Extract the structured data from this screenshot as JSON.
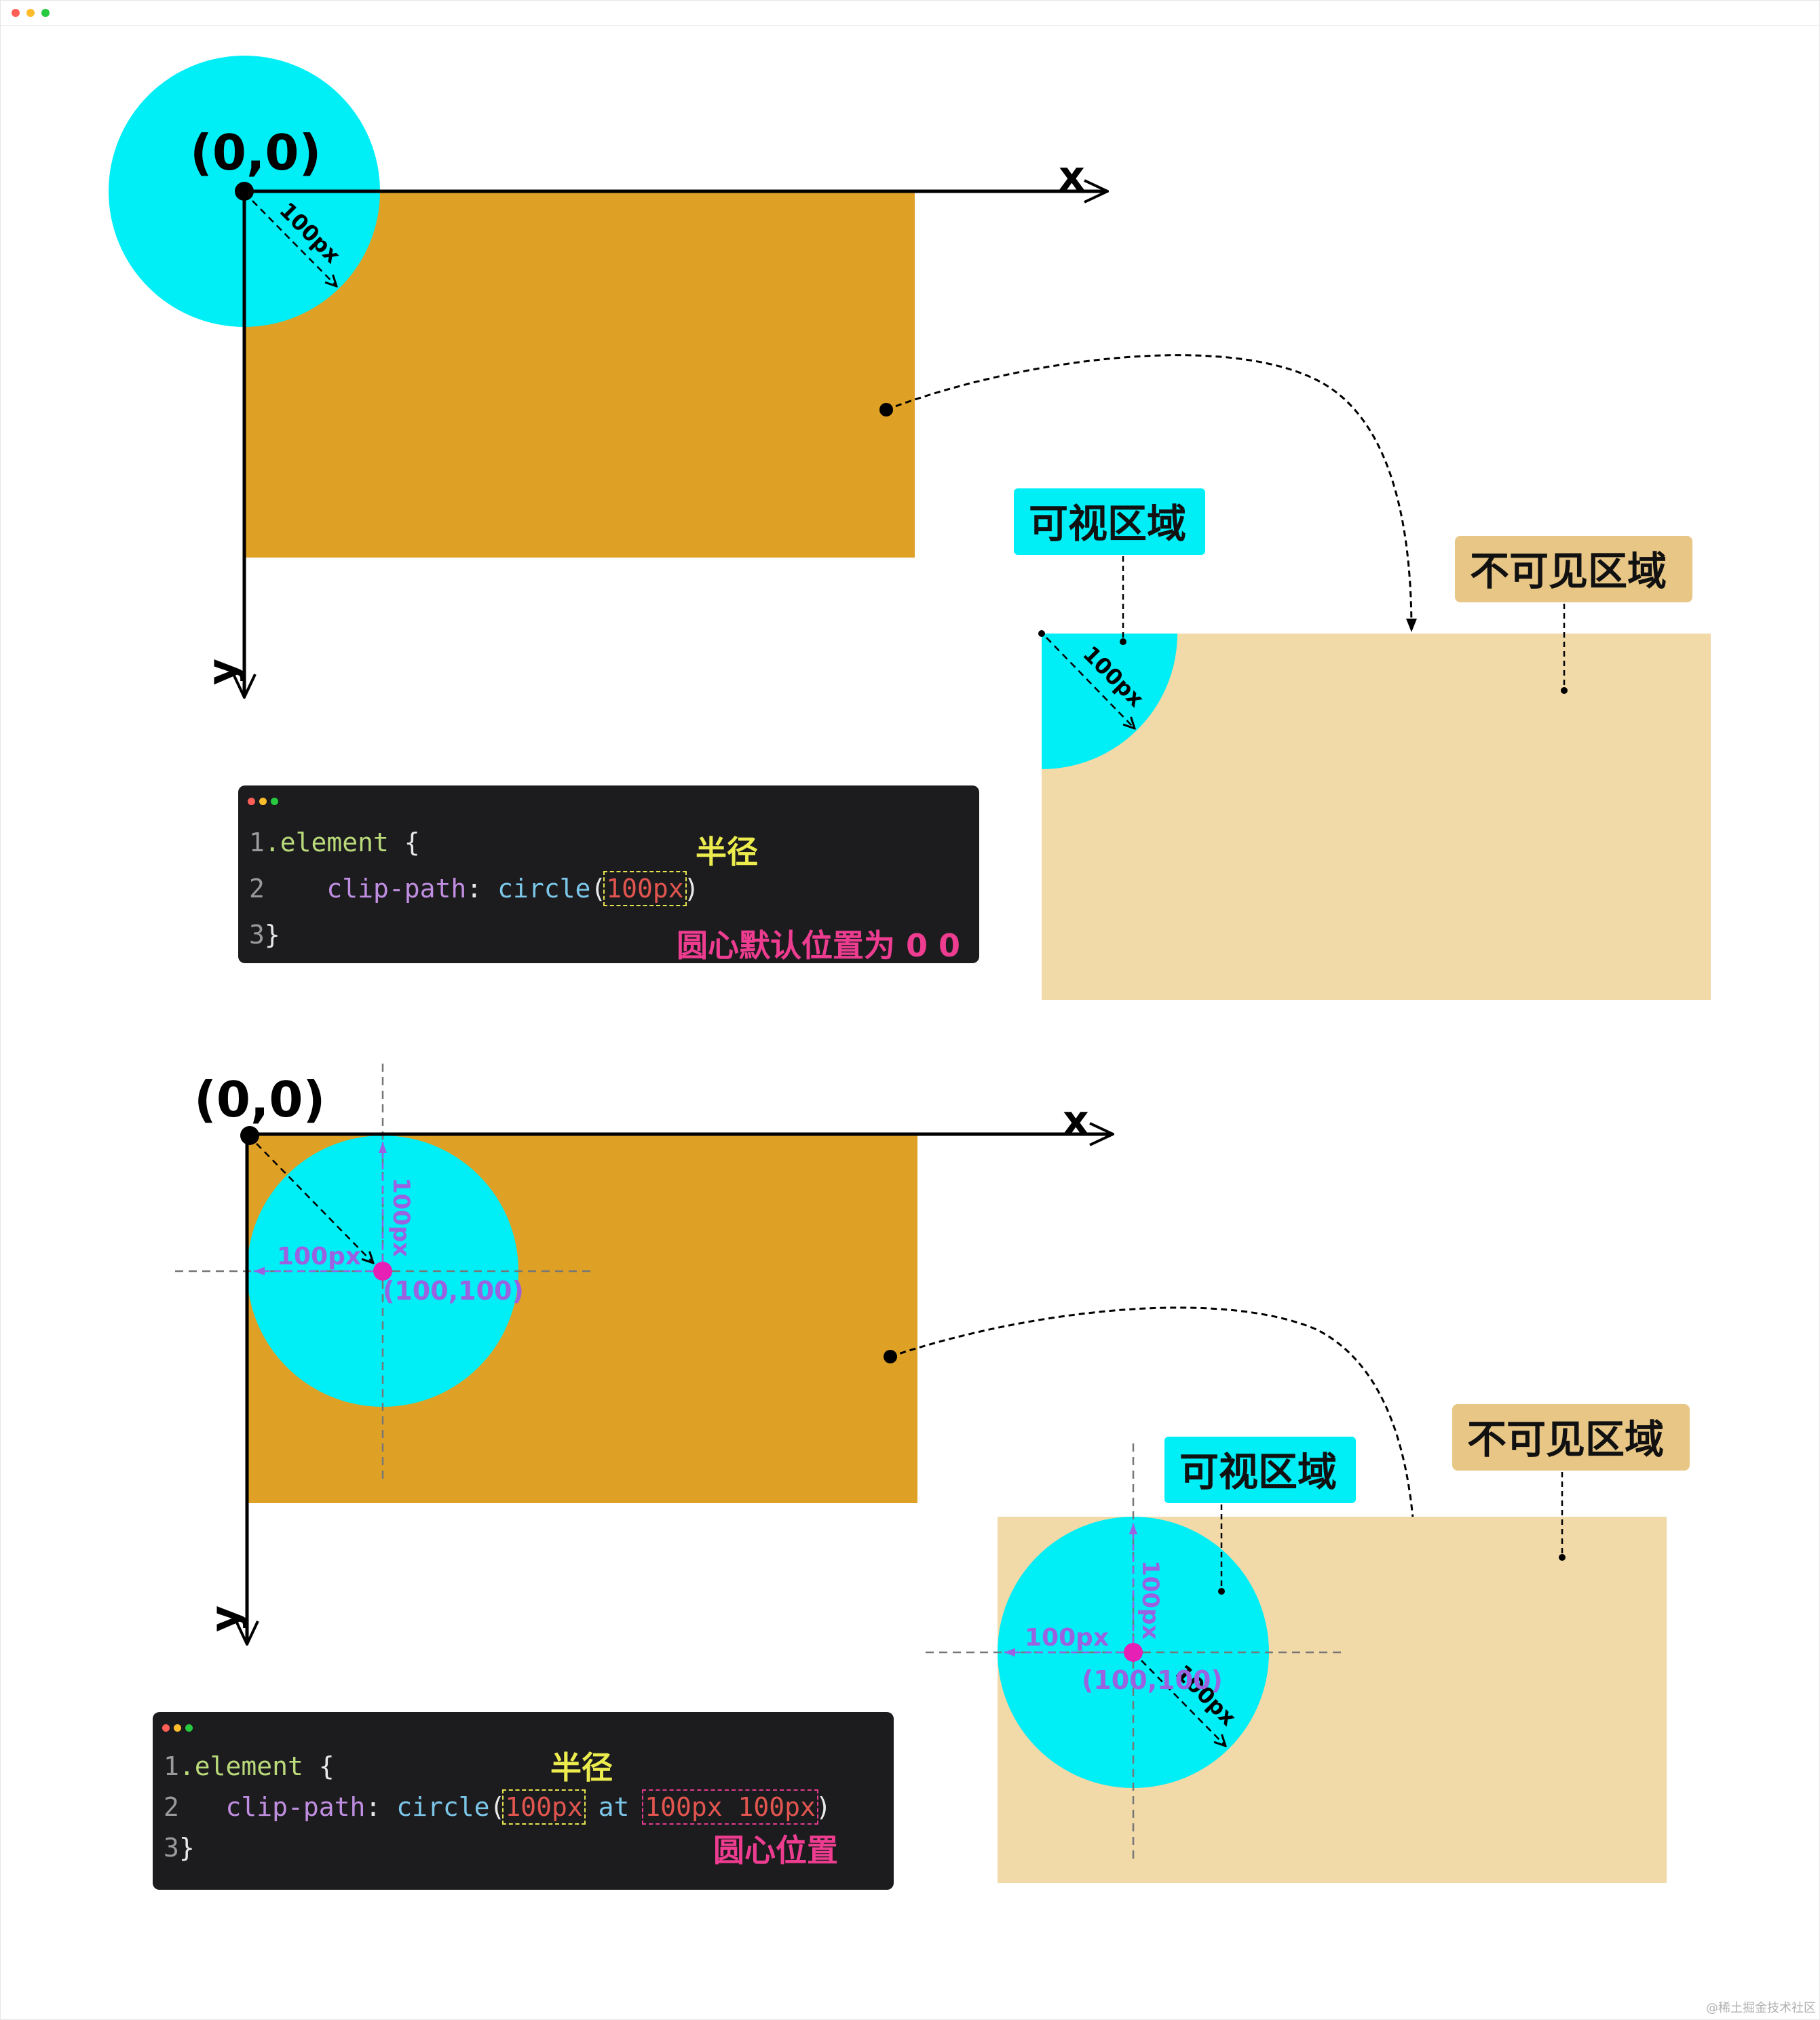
{
  "colors": {
    "element_fill": "#dea125",
    "hidden_fill": "#f1d9a8",
    "visible_circle": "#00eef6",
    "center_dot": "#e620b4",
    "axis": "#000000",
    "measure_purple": "#9a62e0",
    "tag_visible_bg": "#00eef6",
    "tag_hidden_bg": "#e8c786",
    "anno_yellow": "#ecec4e",
    "anno_pink": "#ee3d90"
  },
  "diagram1": {
    "origin_label": "(0,0)",
    "x_axis_label": "x",
    "y_axis_label": "y",
    "radius_label": "100px",
    "result_radius_label": "100px",
    "visible_tag": "可视区域",
    "hidden_tag": "不可见区域",
    "code": {
      "line1_no": "1",
      "line1_selector": ".element",
      "line1_brace": " {",
      "line2_no": "2",
      "line2_prop": "clip-path",
      "line2_colon": ": ",
      "line2_fn": "circle",
      "line2_open": "(",
      "line2_arg": "100px",
      "line2_close": ")",
      "line3_no": "3",
      "line3_brace": "}",
      "radius_note": "半径",
      "center_note": "圆心默认位置为 0 0"
    }
  },
  "diagram2": {
    "origin_label": "(0,0)",
    "x_axis_label": "x",
    "y_axis_label": "y",
    "vertical_measure": "100px",
    "horizontal_measure": "100px",
    "center_label": "(100,100)",
    "result_vertical_measure": "100px",
    "result_horizontal_measure": "100px",
    "result_center_label": "(100,100)",
    "result_radius_label": "100px",
    "visible_tag": "可视区域",
    "hidden_tag": "不可见区域",
    "code": {
      "line1_no": "1",
      "line1_selector": ".element",
      "line1_brace": " {",
      "line2_no": "2",
      "line2_prop": "clip-path",
      "line2_colon": ": ",
      "line2_fn": "circle",
      "line2_open": "(",
      "line2_arg": "100px",
      "line2_at": " at ",
      "line2_pos": "100px 100px",
      "line2_close": ")",
      "line3_no": "3",
      "line3_brace": "}",
      "radius_note": "半径",
      "center_note": "圆心位置"
    }
  },
  "watermark": "@稀土掘金技术社区"
}
